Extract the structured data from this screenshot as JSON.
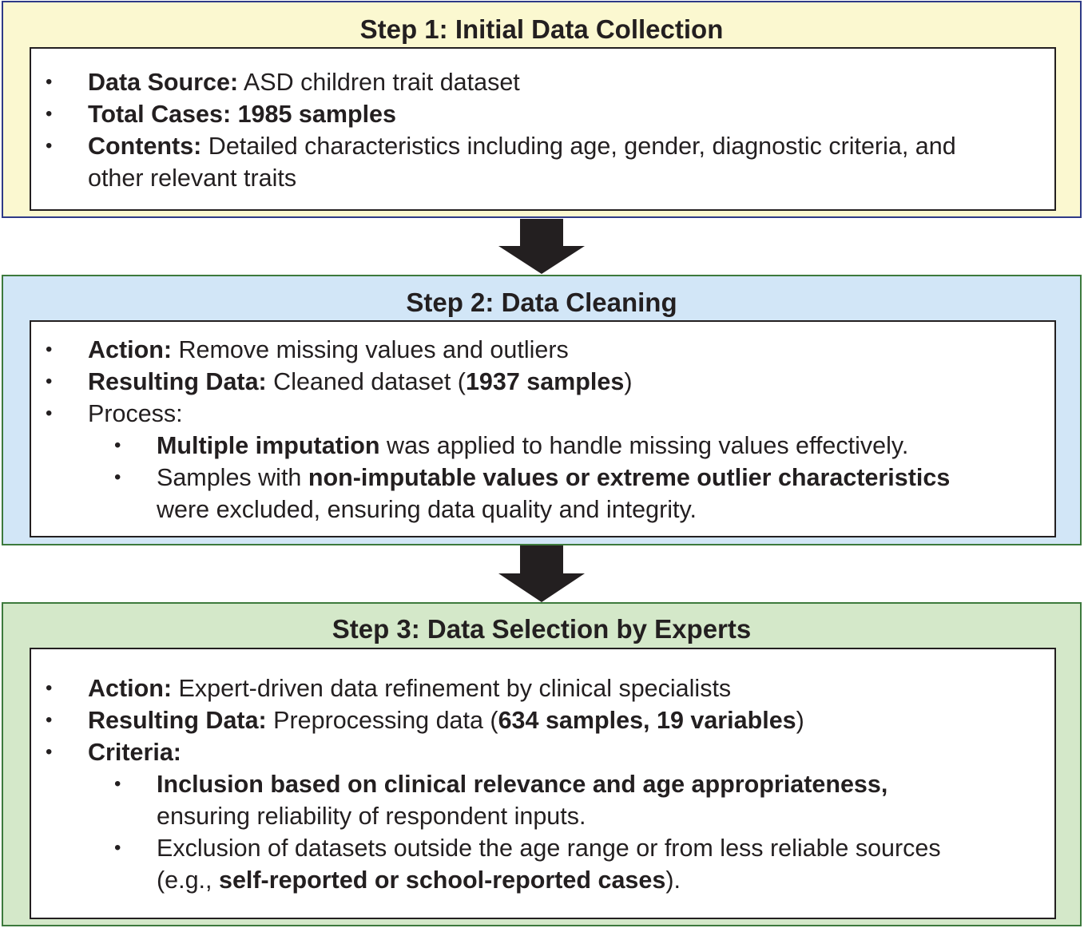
{
  "colors": {
    "step1_fill": "#fbf8d0",
    "step1_border": "#2e3a87",
    "step2_fill": "#d2e6f7",
    "step2_border": "#3d7a3d",
    "step3_fill": "#d4e8c9",
    "step3_border": "#3d7a3d",
    "arrow": "#231f20",
    "bullet_glyph": "•"
  },
  "steps": [
    {
      "title": "Step 1: Initial Data Collection",
      "items": [
        {
          "label": "Data Source:",
          "text": " ASD children trait dataset"
        },
        {
          "label": "Total Cases: 1985 samples"
        },
        {
          "label": "Contents:",
          "text": " Detailed characteristics including age, gender, diagnostic criteria, and",
          "text2": "other relevant traits"
        }
      ]
    },
    {
      "title": "Step 2: Data Cleaning",
      "items": [
        {
          "label": "Action:",
          "text": " Remove missing values and outliers"
        },
        {
          "label": "Resulting Data:",
          "text": " Cleaned dataset (",
          "bold": "1937 samples",
          "tail": ")"
        },
        {
          "text": "Process:"
        }
      ],
      "subitems": [
        {
          "bold": "Multiple imputation",
          "text": " was applied to handle missing values effectively."
        },
        {
          "pre": "Samples with ",
          "bold": "non-imputable values or extreme outlier characteristics",
          "text2": "were excluded, ensuring data quality and integrity."
        }
      ]
    },
    {
      "title": "Step 3: Data Selection by Experts",
      "items": [
        {
          "label": "Action:",
          "text": " Expert-driven data refinement by clinical specialists"
        },
        {
          "label": "Resulting Data:",
          "text": " Preprocessing data (",
          "bold": "634 samples, 19 variables",
          "tail": ")"
        },
        {
          "label": "Criteria:"
        }
      ],
      "subitems": [
        {
          "bold": "Inclusion based on clinical relevance and age appropriateness,",
          "text2": "ensuring reliability of respondent inputs."
        },
        {
          "text": "Exclusion of datasets outside the age range or from less reliable sources",
          "pre2": "(e.g., ",
          "bold2": "self-reported or school-reported cases",
          "tail2": ")."
        }
      ]
    }
  ]
}
